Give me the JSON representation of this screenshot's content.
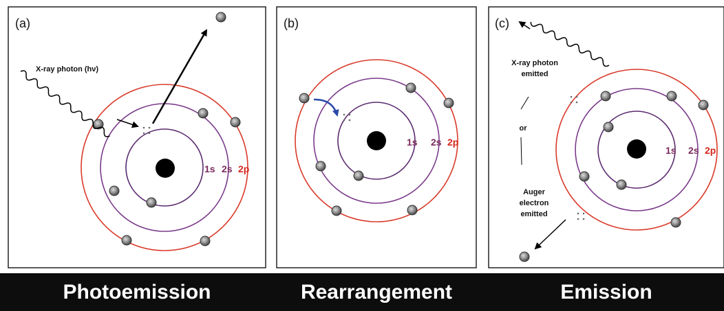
{
  "panels": [
    {
      "tag": "(a)",
      "callout": "X-ray photon (hν)",
      "shells": [
        "1s",
        "2s",
        "2p"
      ],
      "footer": "Photoemission"
    },
    {
      "tag": "(b)",
      "shells": [
        "1s",
        "2s",
        "2p"
      ],
      "footer": "Rearrangement"
    },
    {
      "tag": "(c)",
      "photon_text": [
        "X-ray photon",
        "emitted"
      ],
      "or_text": "or",
      "auger_text": [
        "Auger",
        "electron",
        "emitted"
      ],
      "shells": [
        "1s",
        "2s",
        "2p"
      ],
      "footer": "Emission"
    }
  ],
  "colors": {
    "shell_1s": "#5a2a6e",
    "shell_2s": "#7a3a8a",
    "shell_2p": "#d93a2a",
    "label_1s": "#7b2b5e",
    "label_2s": "#7b2b5e",
    "label_2p": "#d4281e",
    "transition_arrow": "#2a4aa8",
    "nucleus": "#000000",
    "electron": "#888888",
    "footer_bg": "#0d0d0d",
    "footer_text": "#ffffff"
  }
}
